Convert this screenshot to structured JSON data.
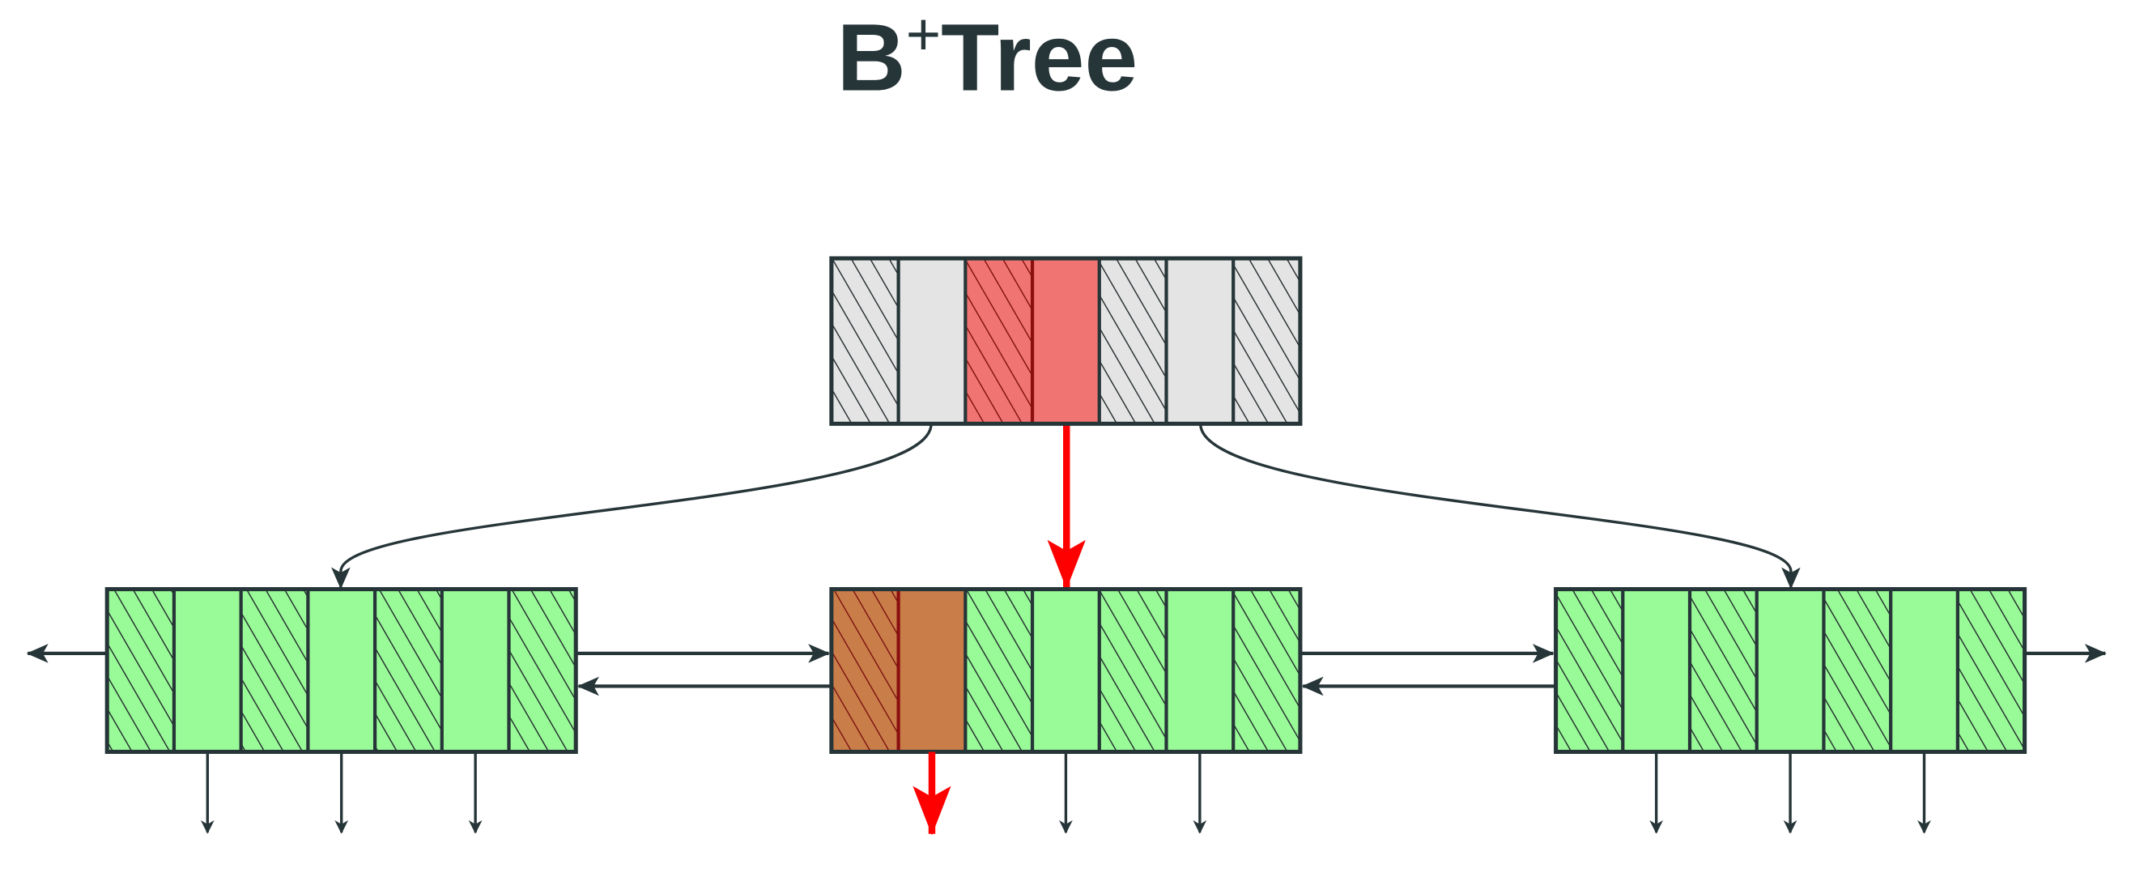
{
  "title": {
    "base": "B",
    "sup": "+",
    "rest": "Tree"
  },
  "colors": {
    "ink": "#263538",
    "grey": "#e4e4e4",
    "red": "#f07471",
    "green": "#99fa98",
    "orange": "#c97e4a",
    "highlight_arrow": "#ff0000",
    "hatch_dark_red": "#8a1010"
  },
  "root": {
    "cells": [
      "hatch-grey",
      "grey",
      "hatch-red",
      "red",
      "hatch-grey",
      "grey",
      "hatch-grey"
    ]
  },
  "leaves": [
    {
      "id": "left",
      "cells": [
        "hatch-green",
        "green",
        "hatch-green",
        "green",
        "hatch-green",
        "green",
        "hatch-green"
      ]
    },
    {
      "id": "middle",
      "cells": [
        "hatch-orange",
        "orange",
        "hatch-green",
        "green",
        "hatch-green",
        "green",
        "hatch-green"
      ]
    },
    {
      "id": "right",
      "cells": [
        "hatch-green",
        "green",
        "hatch-green",
        "green",
        "hatch-green",
        "green",
        "hatch-green"
      ]
    }
  ],
  "search_path": {
    "root_pointer_index": 3,
    "leaf": "middle",
    "leaf_pointer_index": 1
  }
}
